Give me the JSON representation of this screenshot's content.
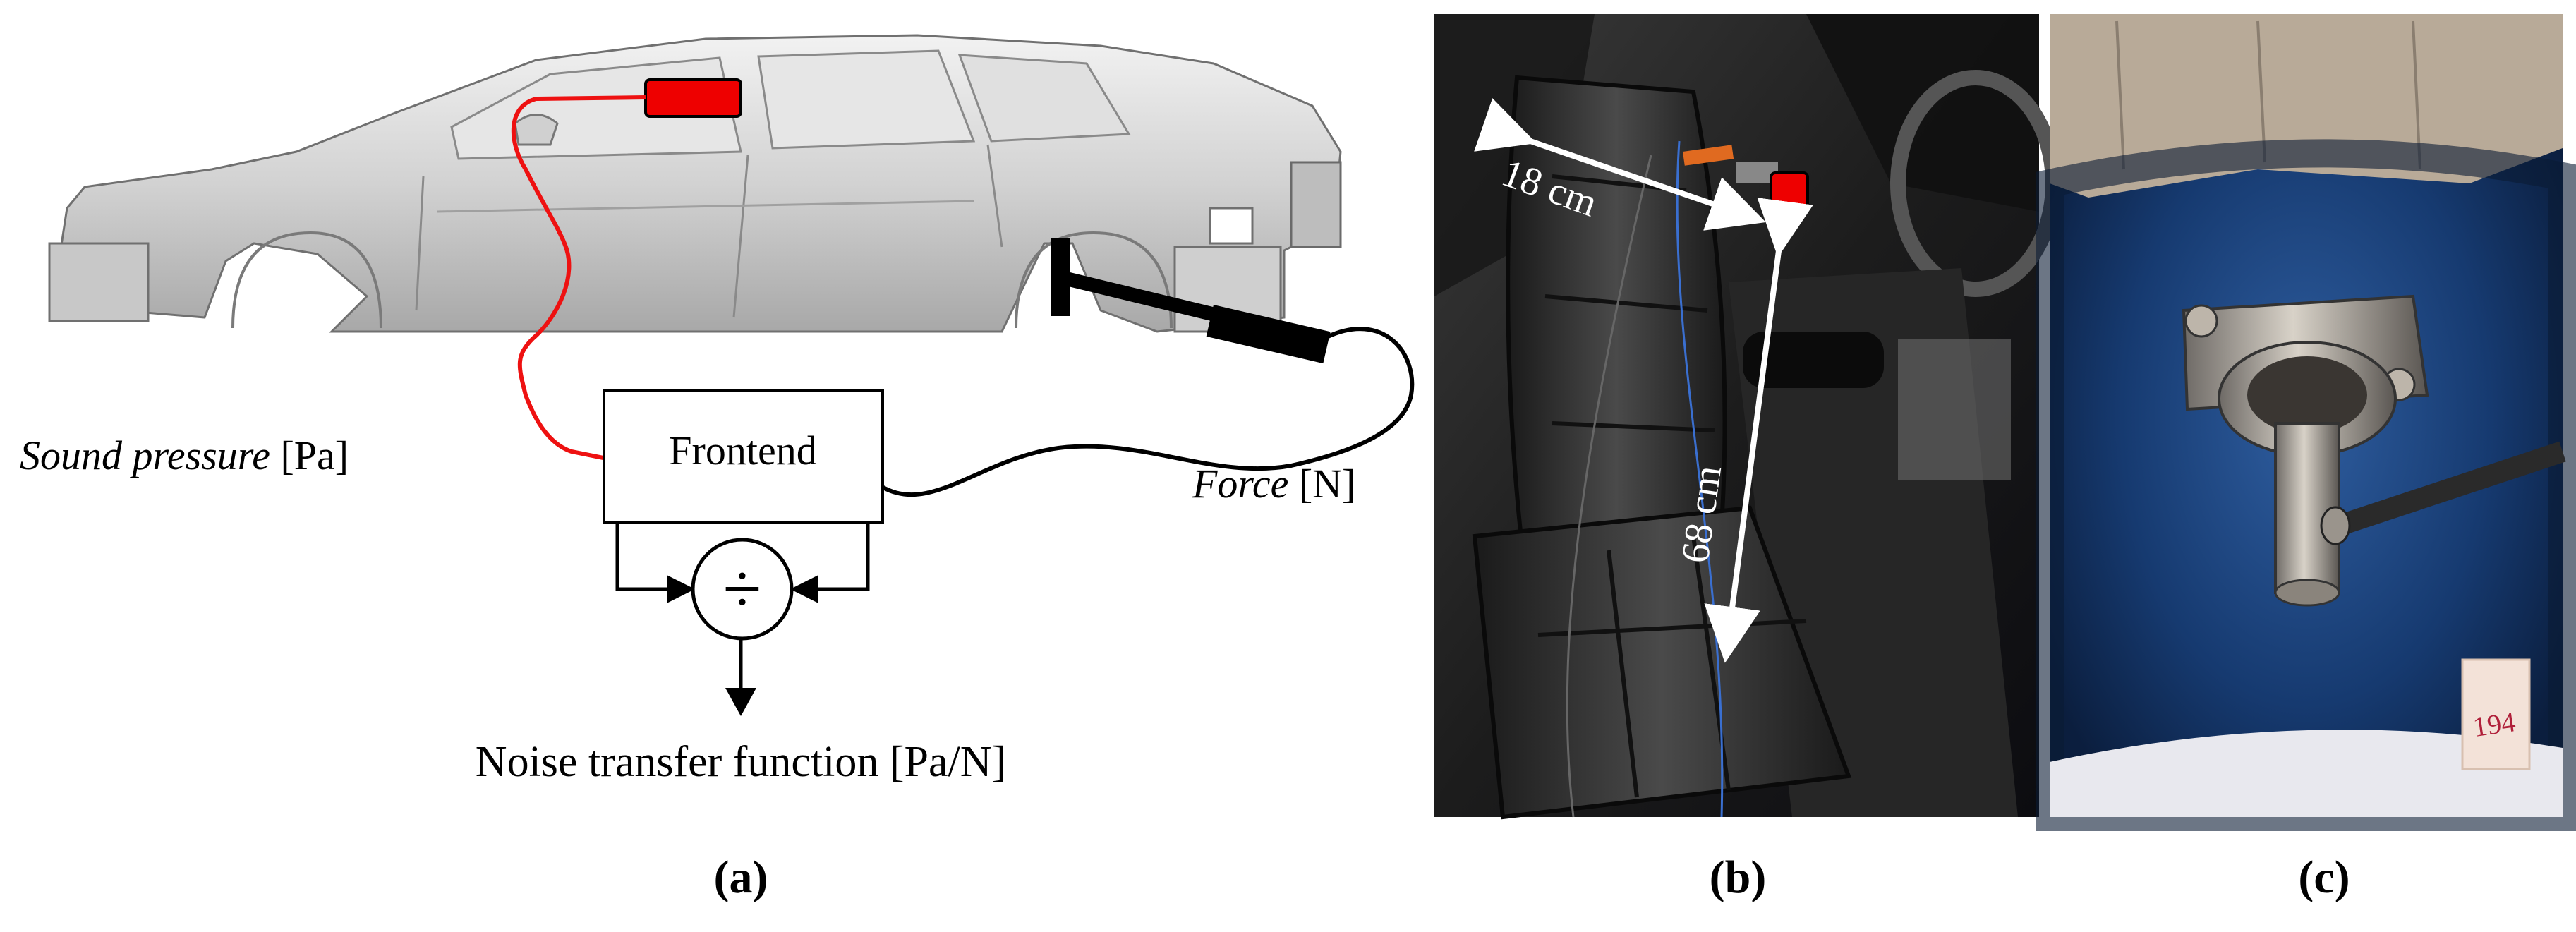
{
  "panel_a": {
    "sound_label_var": "Sound pressure",
    "sound_label_unit": "[Pa]",
    "frontend_label": "Frontend",
    "force_label_var": "Force",
    "force_label_unit": "[N]",
    "output_label": "Noise transfer function [Pa/N]",
    "divide_symbol": "÷",
    "caption": "(a)",
    "colors": {
      "microphone": "#ee0000",
      "cable_red": "#ee1111",
      "cable_black": "#000000"
    }
  },
  "panel_b": {
    "dim_horizontal": "18 cm",
    "dim_vertical": "68 cm",
    "caption": "(b)",
    "colors": {
      "arrow": "#ffffff",
      "marker": "#ee0000"
    }
  },
  "panel_c": {
    "tag_text": "194",
    "caption": "(c)"
  }
}
